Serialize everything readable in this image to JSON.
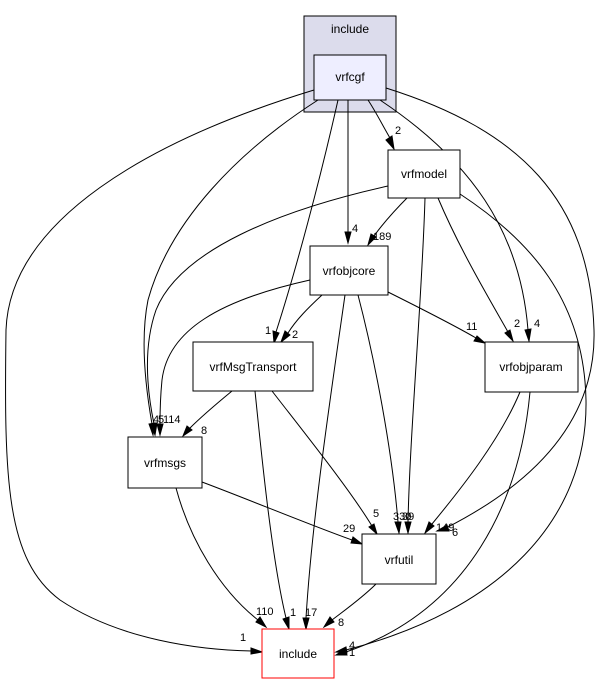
{
  "cluster": {
    "label": "include",
    "fill": "#dcdcec",
    "stroke": "#000000"
  },
  "nodes": {
    "vrfcgf": {
      "label": "vrfcgf",
      "fill": "#eeeeff",
      "stroke": "#000000"
    },
    "vrfmodel": {
      "label": "vrfmodel",
      "fill": "#ffffff",
      "stroke": "#000000"
    },
    "vrfobjcore": {
      "label": "vrfobjcore",
      "fill": "#ffffff",
      "stroke": "#000000"
    },
    "vrfMsgTransport": {
      "label": "vrfMsgTransport",
      "fill": "#ffffff",
      "stroke": "#000000"
    },
    "vrfobjparam": {
      "label": "vrfobjparam",
      "fill": "#ffffff",
      "stroke": "#000000"
    },
    "vrfmsgs": {
      "label": "vrfmsgs",
      "fill": "#ffffff",
      "stroke": "#000000"
    },
    "vrfutil": {
      "label": "vrfutil",
      "fill": "#ffffff",
      "stroke": "#000000"
    },
    "include_ext": {
      "label": "include",
      "fill": "#ffffff",
      "stroke": "#ff0000"
    }
  },
  "edges": {
    "cgf_model": "2",
    "cgf_objcore": "4",
    "cgf_transport": "1",
    "cgf_msgs": "4",
    "cgf_objparam": "4",
    "cgf_util": "6",
    "cgf_include": "1",
    "model_objcore": "189",
    "model_msgs": "5",
    "model_util": "39",
    "model_objparam": "2",
    "model_include": "4",
    "objcore_transport": "2",
    "objcore_msgs": "114",
    "objcore_objparam": "11",
    "objcore_util": "330",
    "objcore_include": "17",
    "transport_msgs": "8",
    "transport_util": "5",
    "transport_include": "1",
    "objparam_util": "149",
    "objparam_include": "1",
    "msgs_util": "29",
    "msgs_include": "110",
    "util_include": "8"
  }
}
